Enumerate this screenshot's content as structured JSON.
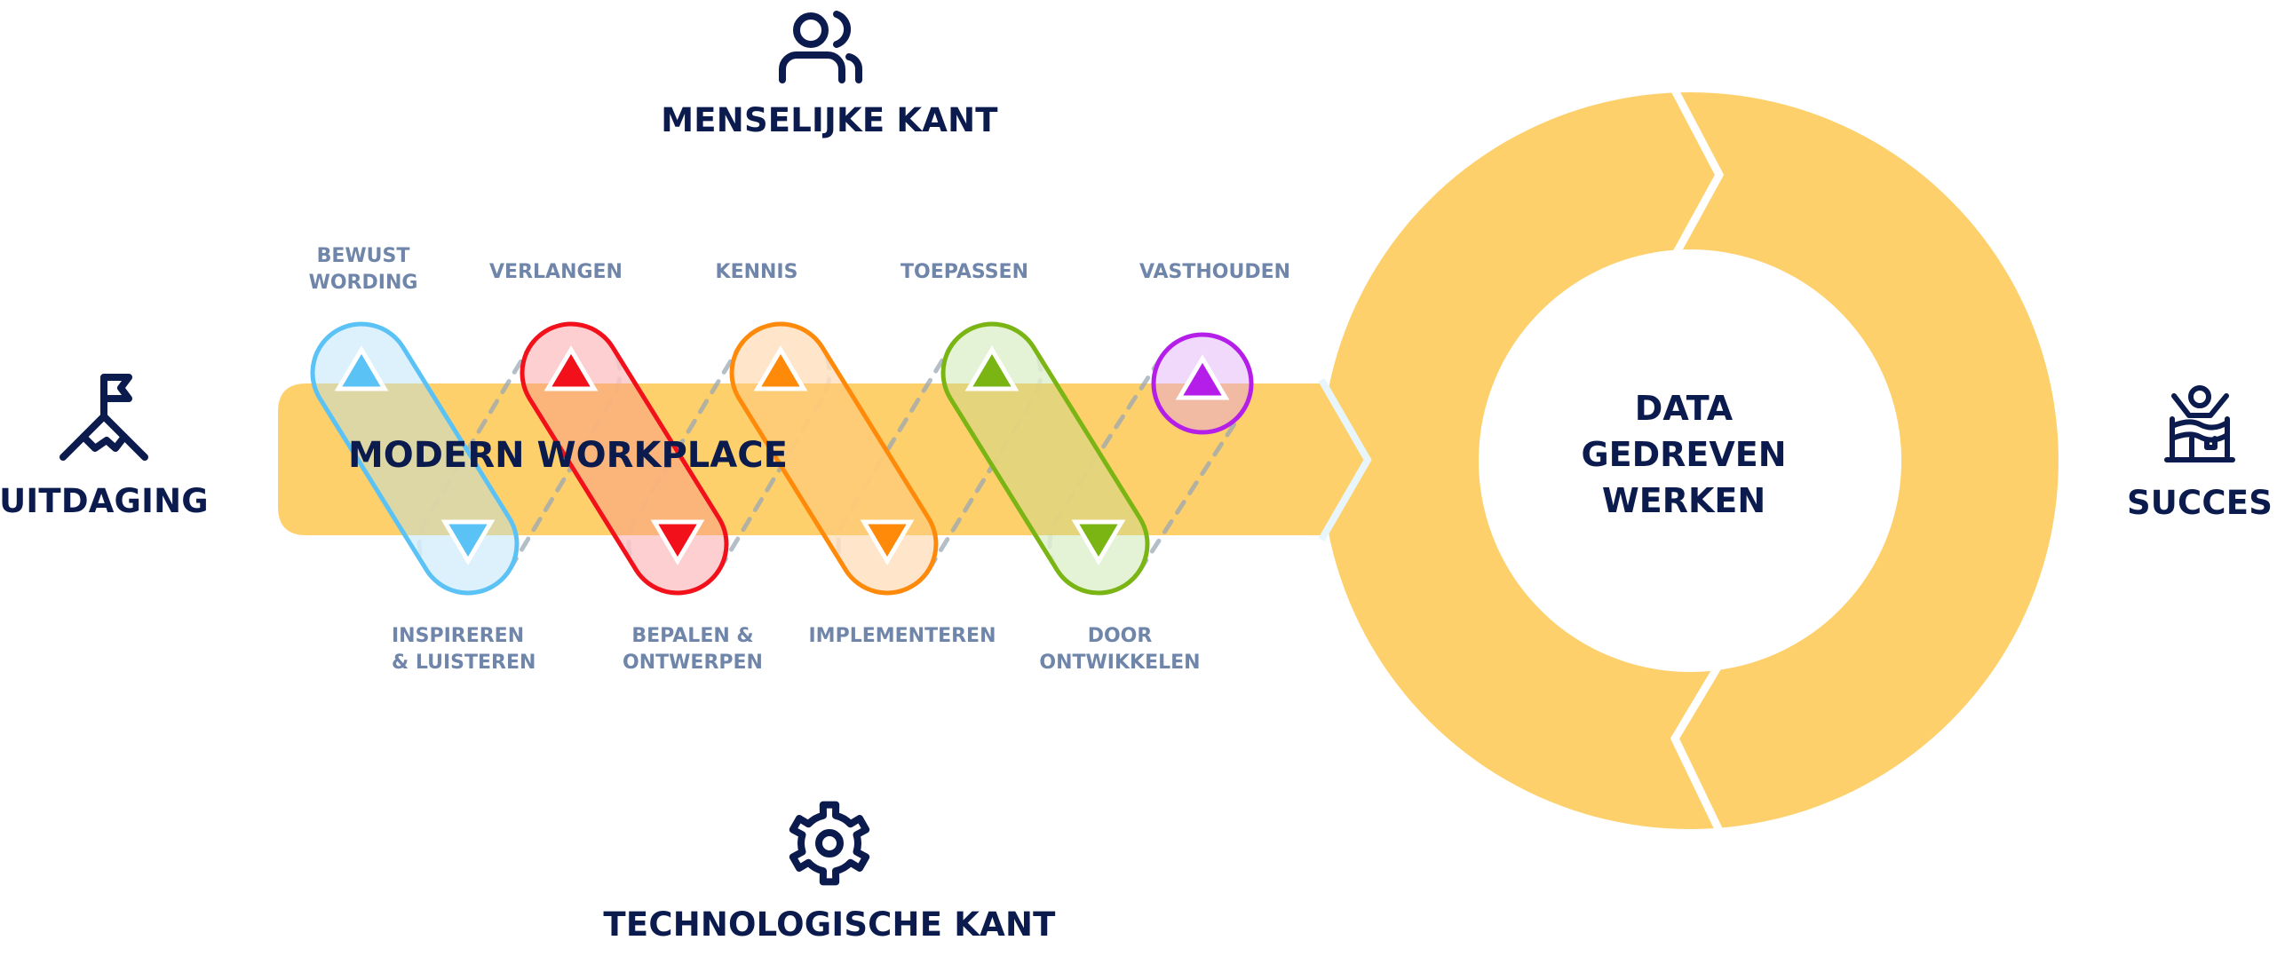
{
  "top_section": {
    "icon": "people-icon",
    "title": "MENSELIJKE KANT"
  },
  "bottom_section": {
    "icon": "gear-icon",
    "title": "TECHNOLOGISCHE KANT"
  },
  "start": {
    "icon": "mountain-flag-icon",
    "label": "UITDAGING"
  },
  "end": {
    "icon": "finish-line-icon",
    "label": "SUCCES"
  },
  "band": {
    "label": "MODERN WORKPLACE"
  },
  "ring": {
    "line1": "DATA",
    "line2": "GEDREVEN",
    "line3": "WERKEN"
  },
  "top_stages": [
    {
      "line1": "BEWUST",
      "line2": "WORDING"
    },
    {
      "line1": "VERLANGEN"
    },
    {
      "line1": "KENNIS"
    },
    {
      "line1": "TOEPASSEN"
    },
    {
      "line1": "VASTHOUDEN"
    }
  ],
  "bottom_stages": [
    {
      "line1": "INSPIREREN",
      "line2": "& LUISTEREN"
    },
    {
      "line1": "BEPALEN &",
      "line2": "ONTWERPEN"
    },
    {
      "line1": "IMPLEMENTEREN"
    },
    {
      "line1": "DOOR",
      "line2": "ONTWIKKELEN"
    }
  ],
  "pills": [
    {
      "name": "blue",
      "stroke": "#5bc2f5",
      "fill": "#d6effc",
      "tri": "#5bc2f5",
      "type": "pill"
    },
    {
      "name": "red",
      "stroke": "#f2101a",
      "fill": "#fdc7c9",
      "tri": "#f2101a",
      "type": "pill"
    },
    {
      "name": "orange",
      "stroke": "#ff8a0a",
      "fill": "#ffe2c2",
      "tri": "#ff8a0a",
      "type": "pill"
    },
    {
      "name": "green",
      "stroke": "#7ab514",
      "fill": "#dff0cf",
      "tri": "#7ab514",
      "type": "pill"
    },
    {
      "name": "purple",
      "stroke": "#b51ee8",
      "fill": "#eed2fb",
      "tri": "#b51ee8",
      "type": "circle"
    }
  ],
  "colors": {
    "navy": "#0c1b4d",
    "label_grey": "#6f85aa",
    "band_yellow": "#fdd06b",
    "ring_yellow": "#fdd06b",
    "gap_light": "#e8f6fb",
    "dash_grey": "#9aa8b4"
  }
}
